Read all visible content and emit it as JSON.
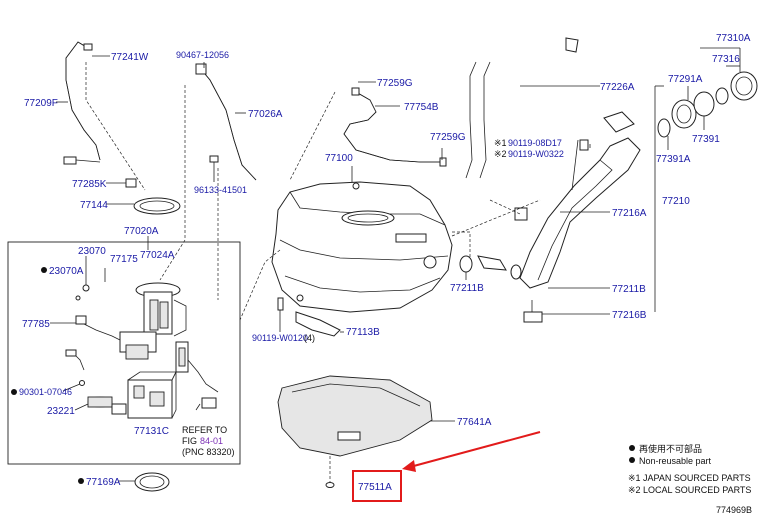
{
  "labels": {
    "p77241W": "77241W",
    "p77209F": "77209F",
    "p90467": "90467-12056",
    "p77026A": "77026A",
    "p96133": "96133-41501",
    "p77285K": "77285K",
    "p77144": "77144",
    "p77020A": "77020A",
    "p23070": "23070",
    "p23070A": "23070A",
    "p77175": "77175",
    "p77024A": "77024A",
    "p77785": "77785",
    "p90301": "90301-07046",
    "p23221": "23221",
    "p77131C": "77131C",
    "p77169A": "77169A",
    "p77259G_top": "77259G",
    "p77754B": "77754B",
    "p77259G_mid": "77259G",
    "p77100": "77100",
    "p90119_08D17": "90119-08D17",
    "p90119_W0322": "90119-W0322",
    "p77226A": "77226A",
    "p77310A": "77310A",
    "p77316": "77316",
    "p77291A": "77291A",
    "p77391": "77391",
    "p77391A": "77391A",
    "p77210": "77210",
    "p77216A": "77216A",
    "p77211B_left": "77211B",
    "p77211B_right": "77211B",
    "p77216B": "77216B",
    "p90119_W0120": "90119-W0120",
    "p90119_W0120_qty": "(4)",
    "p77113B": "77113B",
    "p77641A": "77641A",
    "p77511A": "77511A"
  },
  "marks": {
    "note1": "※1",
    "note2": "※2"
  },
  "refer": {
    "line1": "REFER TO",
    "line2_prefix": "FIG",
    "line2_link": "84-01",
    "line3": "(PNC 83320)"
  },
  "legend": {
    "line1": "再使用不可部品",
    "line2": "Non-reusable part",
    "line3": "※1 JAPAN SOURCED PARTS",
    "line4": "※2 LOCAL SOURCED PARTS"
  },
  "figure_id": "774969B",
  "colors": {
    "label_blue": "#1a1aa6",
    "highlight_red": "#e21b1b",
    "link_purple": "#7b2fb5"
  }
}
